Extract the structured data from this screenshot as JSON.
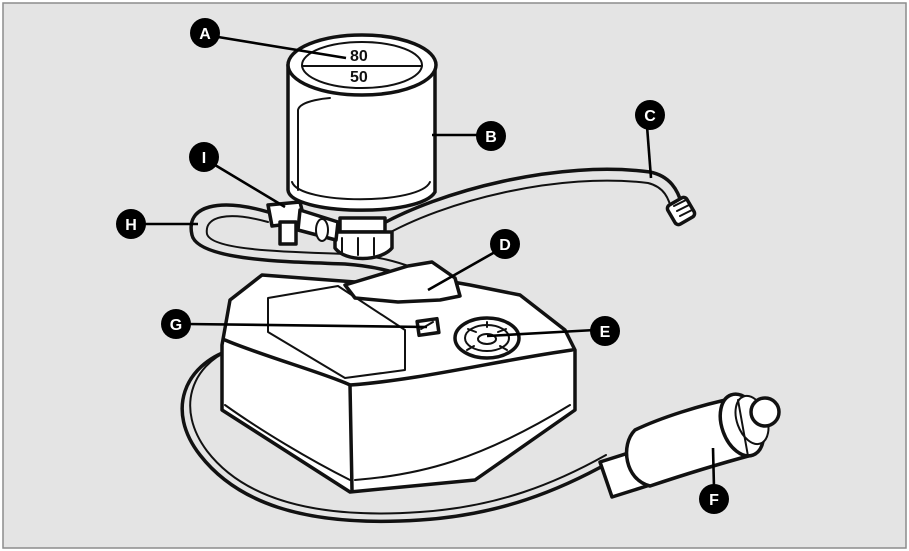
{
  "diagram": {
    "background_color": "#e4e4e4",
    "frame_color": "#8c8c8c",
    "line_color": "#111111",
    "fill_color": "#ffffff",
    "gauge": {
      "upper_value": "80",
      "lower_value": "50"
    },
    "callouts": [
      {
        "id": "a",
        "letter": "A"
      },
      {
        "id": "b",
        "letter": "B"
      },
      {
        "id": "c",
        "letter": "C"
      },
      {
        "id": "d",
        "letter": "D"
      },
      {
        "id": "e",
        "letter": "E"
      },
      {
        "id": "f",
        "letter": "F"
      },
      {
        "id": "g",
        "letter": "G"
      },
      {
        "id": "h",
        "letter": "H"
      },
      {
        "id": "i",
        "letter": "I"
      }
    ]
  }
}
